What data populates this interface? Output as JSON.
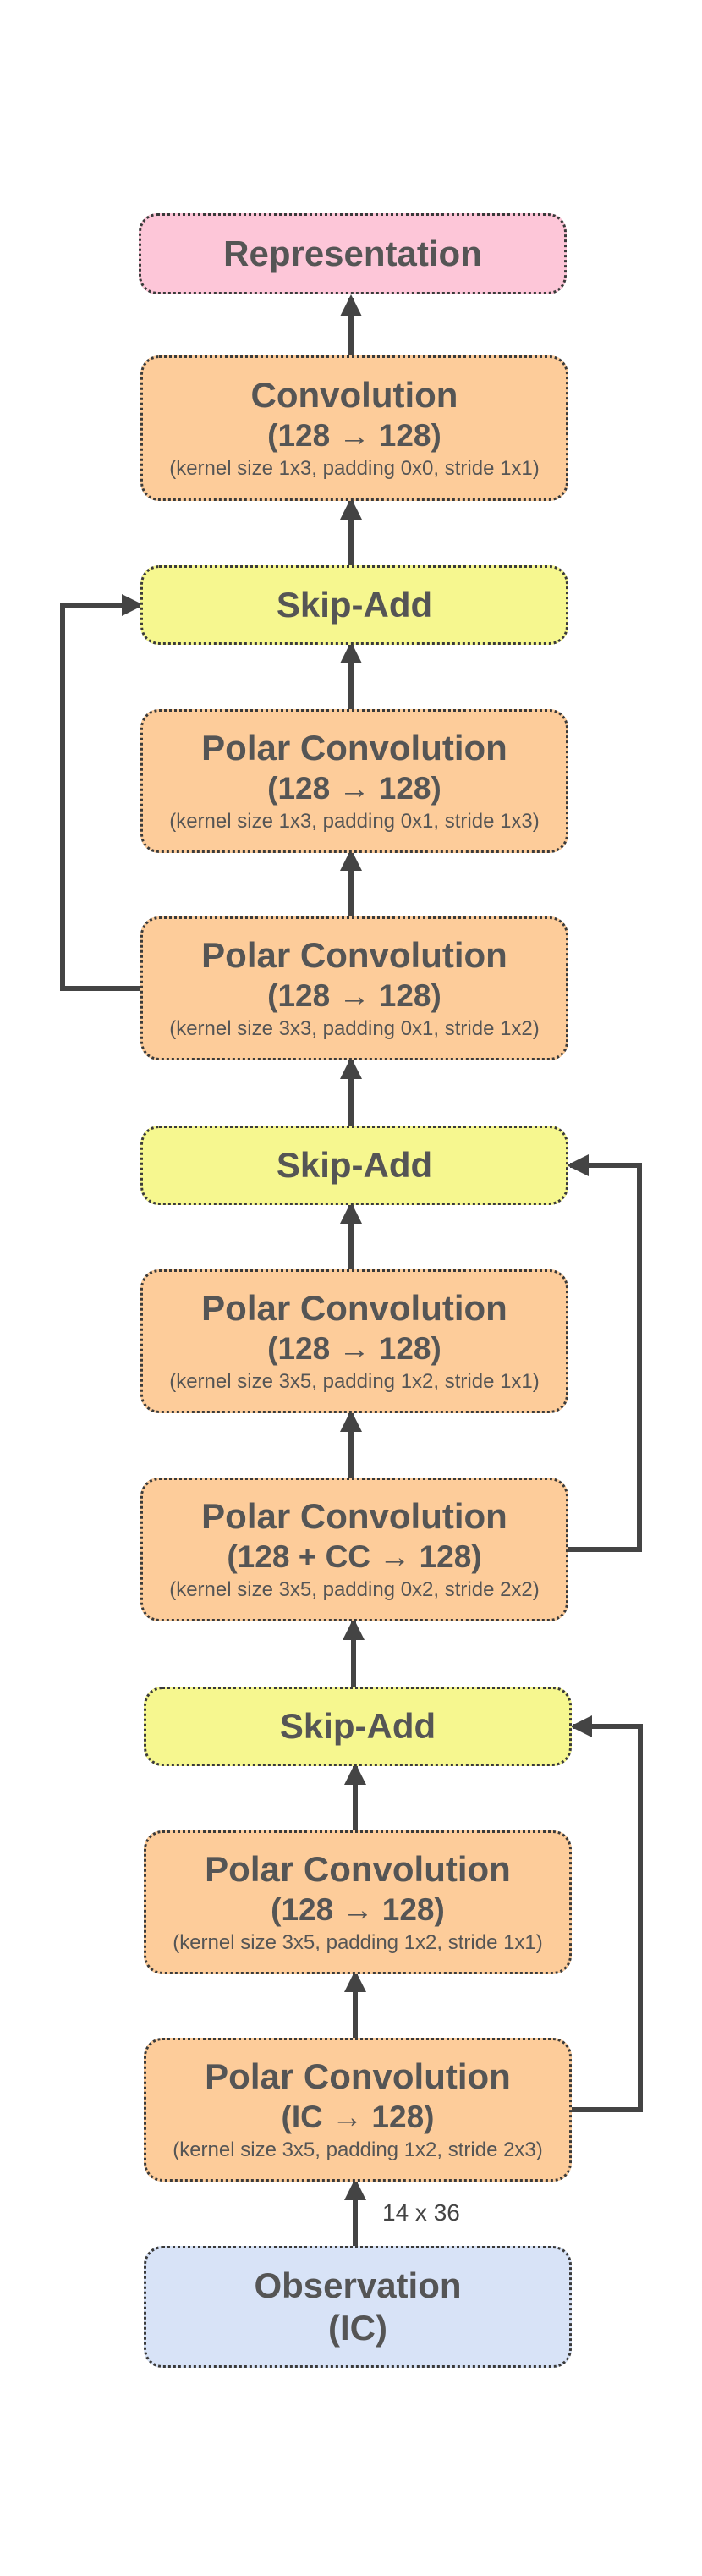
{
  "nodes": {
    "representation": {
      "title": "Representation"
    },
    "conv_final": {
      "title": "Convolution",
      "channels": "(128 → 128)",
      "params": "(kernel size 1x3, padding 0x0, stride 1x1)"
    },
    "skip_add_3": {
      "title": "Skip-Add"
    },
    "polar_conv_6": {
      "title": "Polar Convolution",
      "channels": "(128 → 128)",
      "params": "(kernel size 1x3, padding 0x1, stride 1x3)"
    },
    "polar_conv_5": {
      "title": "Polar Convolution",
      "channels": "(128 → 128)",
      "params": "(kernel size 3x3, padding 0x1, stride 1x2)"
    },
    "skip_add_2": {
      "title": "Skip-Add"
    },
    "polar_conv_4": {
      "title": "Polar Convolution",
      "channels": "(128 → 128)",
      "params": "(kernel size 3x5, padding 1x2, stride 1x1)"
    },
    "polar_conv_3": {
      "title": "Polar Convolution",
      "channels": "(128 + CC → 128)",
      "params": "(kernel size 3x5, padding 0x2, stride 2x2)"
    },
    "skip_add_1": {
      "title": "Skip-Add"
    },
    "polar_conv_2": {
      "title": "Polar Convolution",
      "channels": "(128 → 128)",
      "params": "(kernel size 3x5, padding 1x2, stride 1x1)"
    },
    "polar_conv_1": {
      "title": "Polar Convolution",
      "channels": "(IC → 128)",
      "params": "(kernel size 3x5, padding 1x2, stride 2x3)"
    },
    "observation": {
      "title": "Observation",
      "subtitle": "(IC)"
    }
  },
  "edge_labels": {
    "observation_to_conv1": "14 x 36"
  },
  "colors": {
    "representation": "#fdc6d8",
    "convolution": "#fdcc9a",
    "skip_add": "#f6f78f",
    "observation": "#d8e3f7",
    "arrow": "#444444"
  }
}
